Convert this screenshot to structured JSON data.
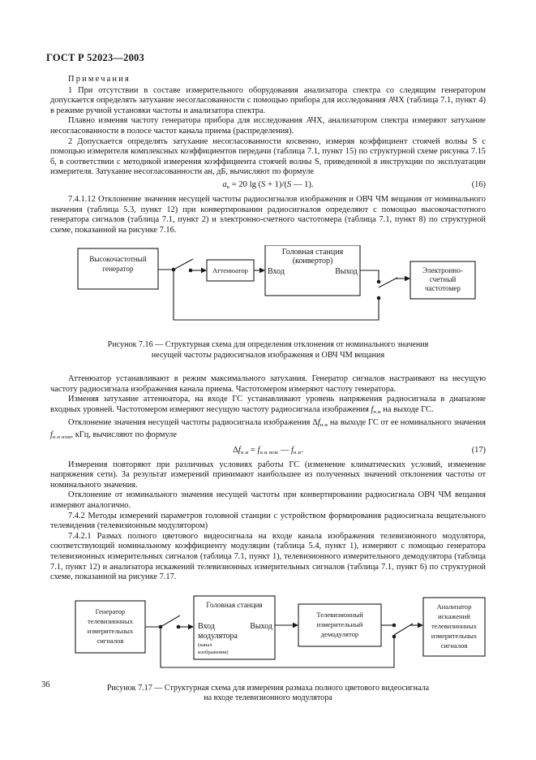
{
  "document": {
    "standard_header": "ГОСТ Р 52023—2003",
    "page_number": "36"
  },
  "notes": {
    "heading": "Примечания",
    "note1_p1": "1 При отсутствии в составе измерительного оборудования анализатора спектра со следящим генератором допускается определять затухание несогласованности с помощью прибора для исследования АЧХ (таблица 7.1, пункт 4) в режиме ручной установки частоты и анализатора спектра.",
    "note1_p2": "Плавно изменяя частоту генератора прибора для исследования АЧХ, анализатором спектра измеряют затухание несогласованности в полосе частот канала приема (распределения).",
    "note2": "2 Допускается определять затухание несогласованности косвенно, измеряя коэффициент стоячей волны S с помощью измерителя комплексных коэффициентов передачи (таблица 7.1, пункт 15) по структурной схеме рисунка 7.15 б, в соответствии с методикой измерения коэффициента стоячей волны S, приведенной в инструкции по эксплуатации измерителя. Затухание несогласованности aн, дБ, вычисляют по формуле"
  },
  "formula16": {
    "text": "a н = 20 lg (S + 1)/(S − 1).",
    "number": "(16)",
    "lhs_var": "a",
    "lhs_sub": "н",
    "rhs": "= 20 lg (S + 1)/(S − 1)."
  },
  "sections": {
    "s741_12": "7.4.1.12 Отклонение значения несущей частоты радиосигналов изображения и ОВЧ ЧМ вещания от номинального значения (таблица 5.3, пункт 12) при конвертировании радиосигналов определяют с помощью высокочастотного генератора сигналов (таблица 7.1, пункт 2) и электрон­но-счетного частотомера (таблица 7.1, пункт 8) по структурной схеме, показанной на рисунке 7.16.",
    "after_fig716_p1": "Аттенюатор устанавливают в режим максимального затухания. Генератор сигналов настраивают на несущую частоту радиосигнала изображения канала приема. Частотомером измеряют частоту генератора.",
    "after_fig716_p2": "Изменяя затухание аттенюатора, на входе ГС устанавливают уровень напряжения радиосигнала в диапазоне входных уровней. Частотомером измеряют несущую частоту радиосигнала изображения fн.и на выходе ГС.",
    "after_fig716_p3": "Отклонение значения несущей частоты радиосигнала изображения Δfн.и на выходе ГС от ее номинального значения fн.и ном, кГц, вычисляют по формуле",
    "after_f17_p1": "Измерения повторяют при различных условиях работы ГС (изменение климатических условий, изменение напряжения сети). За результат измерений принимают наибольшее из полученных значений отклонения частоты от номинального значения.",
    "after_f17_p2": "Отклонение от номинального значения несущей частоты при конвертировании радиосигнала ОВЧ ЧМ вещания измеряют аналогично.",
    "s742": "7.4.2 Методы измерений параметров головной станции с устройством формирования радио­сигнала вещательного телевидения (телевизионным модулятором)",
    "s742_1": "7.4.2.1 Размах полного цветового видеосигнала на входе канала изображения телевизионного модулятора, соответствующий номинальному коэффициенту модуляции (таблица 5.4, пункт 1), изме­ряют с помощью генератора телевизионных измерительных сигналов (таблица 7.1, пункт 1), телевизи­онного измерительного демодулятора (таблица 7.1, пункт 12) и анализатора искажений телевизионных измерительных сигналов (таблица 7.1, пункт 6) по структурной схеме, показанной на рисунке 7.17."
  },
  "formula17": {
    "number": "(17)",
    "lhs": "Δf",
    "lhs_sub": "н.и",
    "mid": "= f",
    "mid_sub": "н.и ном",
    "end": "− f",
    "end_sub": "н.и",
    "tail": "."
  },
  "figure716": {
    "caption_line1": "Рисунок 7.16 — Структурная схема для определения отклонения от номинального значения",
    "caption_line2": "несущей частоты радиосигналов изображения и ОВЧ ЧМ вещания",
    "blocks": [
      {
        "id": "hf-generator",
        "line1": "Высокочастотный",
        "line2": "генератор"
      },
      {
        "id": "attenuator",
        "line1": "Аттенюатор"
      },
      {
        "id": "head-station",
        "line1": "Головная станция",
        "line2": "(конвертор)",
        "port_in": "Вход",
        "port_out": "Выход"
      },
      {
        "id": "frequency-counter",
        "line1": "Электронно-",
        "line2": "счетный",
        "line3": "частотомер"
      }
    ]
  },
  "figure717": {
    "caption_line1": "Рисунок 7.17 — Структурная схема для измерения размаха полного цветового видеосигнала",
    "caption_line2": "на входе телевизионного модулятора",
    "blocks": [
      {
        "id": "tv-signal-generator",
        "line1": "Генератор",
        "line2": "телевизионных",
        "line3": "измерительных",
        "line4": "сигналов"
      },
      {
        "id": "head-station",
        "title": "Головная станция",
        "port_in": "Вход",
        "port_in2": "модулятора",
        "note1": "(канал",
        "note2": "изображения)",
        "port_out": "Выход"
      },
      {
        "id": "tv-demodulator",
        "line1": "Телевизионный",
        "line2": "измерительный",
        "line3": "демодулятор"
      },
      {
        "id": "distortion-analyzer",
        "line1": "Анализатор",
        "line2": "искажений",
        "line3": "телевизионных",
        "line4": "измерительных",
        "line5": "сигналов"
      }
    ]
  }
}
